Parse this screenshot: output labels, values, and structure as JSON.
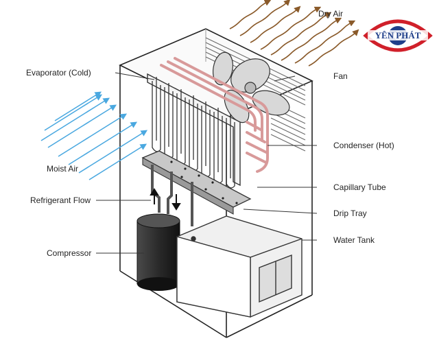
{
  "labels": {
    "dry_air": "Dry Air",
    "evaporator": "Evaporator (Cold)",
    "fan": "Fan",
    "condenser": "Condenser (Hot)",
    "moist_air": "Moist Air",
    "capillary_tube": "Capillary Tube",
    "refrigerant_flow": "Refrigerant Flow",
    "drip_tray": "Drip Tray",
    "compressor": "Compressor",
    "water_tank": "Water Tank"
  },
  "logo": {
    "text": "YÊN PHÁT",
    "icon": "eye-logo-icon"
  },
  "colors": {
    "moist_air": "#4aa8e0",
    "dry_air": "#8a5a2a",
    "condenser": "#e8b4b4",
    "logo_red": "#d0202a",
    "logo_blue": "#1f3f8a"
  }
}
